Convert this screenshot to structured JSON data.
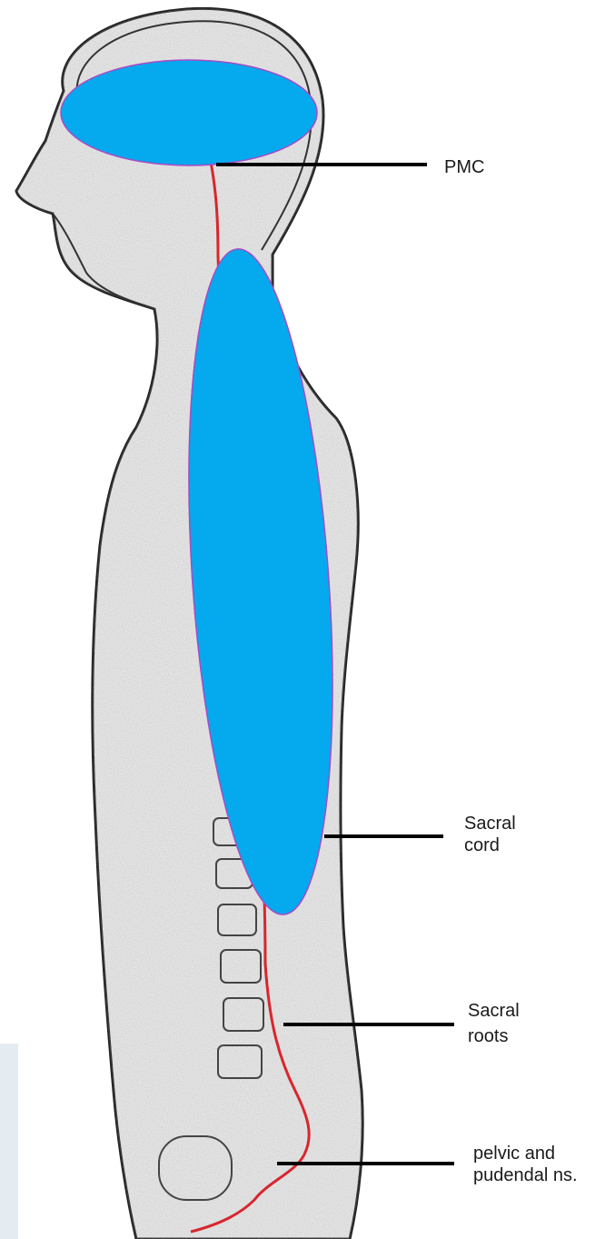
{
  "labels": {
    "pmc": "PMC",
    "sacral_cord": [
      "Sacral",
      "cord"
    ],
    "sacral_roots": [
      "Sacral",
      "roots"
    ],
    "pelvic": [
      "pelvic and",
      "pudendal ns."
    ]
  },
  "colors": {
    "highlight_fill": "#04A9EE",
    "highlight_stroke": "#A84BC4",
    "nerve": "#D8262E",
    "line": "#000000",
    "outline": "#222222",
    "corner_panel": "#E4ECF2"
  }
}
